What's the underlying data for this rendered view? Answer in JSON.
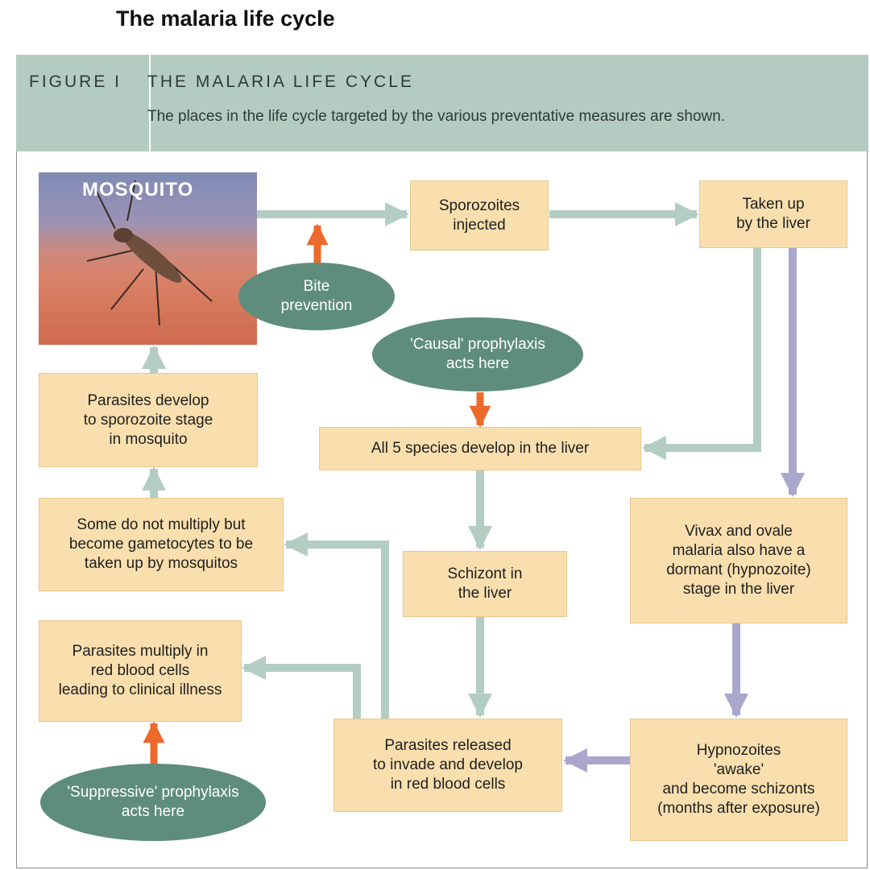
{
  "page_title": "The malaria life cycle",
  "figure": {
    "label": "FIGURE I",
    "title": "THE MALARIA LIFE CYCLE",
    "subtitle": "The places in the life cycle targeted by the various preventative measures are shown."
  },
  "mosquito_label": "MOSQUITO",
  "boxes": {
    "sporozoites": "Sporozoites\ninjected",
    "taken_up": "Taken up\nby the liver",
    "all_species": "All 5 species develop in the liver",
    "schizont": "Schizont in\nthe liver",
    "vivax": "Vivax and ovale\nmalaria also have a\ndormant (hypnozoite)\nstage in the liver",
    "hypnozoites": "Hypnozoites\n'awake'\nand become schizonts\n(months after exposure)",
    "released": "Parasites released\nto invade and develop\nin red blood cells",
    "multiply": "Parasites multiply in\nred blood cells\nleading to clinical illness",
    "gametocytes": "Some do not multiply but\nbecome gametocytes to be\ntaken up by mosquitos",
    "develop": "Parasites develop\nto sporozoite stage\nin mosquito"
  },
  "ovals": {
    "bite": "Bite\nprevention",
    "causal": "'Causal' prophylaxis\nacts here",
    "suppressive": "'Suppressive' prophylaxis\nacts here"
  },
  "colors": {
    "header": "#b4cbc2",
    "box_fill": "#f9dfae",
    "oval_fill": "#5e8d7d",
    "arrow_teal": "#b3cdc3",
    "arrow_lavender": "#a9a7cc",
    "arrow_orange": "#ec6a2c"
  }
}
